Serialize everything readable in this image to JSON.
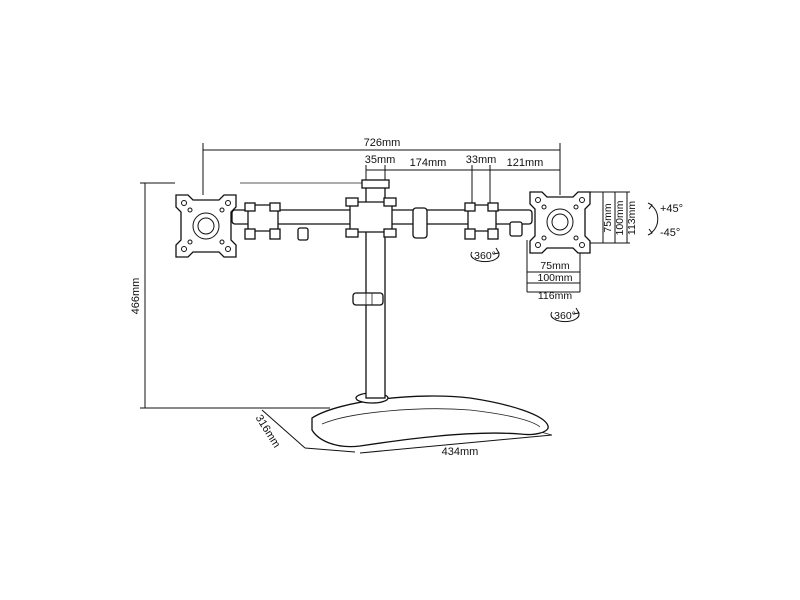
{
  "dimensions": {
    "total_width": "726mm",
    "pole_width": "35mm",
    "arm_length": "174mm",
    "joint_width": "33mm",
    "end_arm": "121mm",
    "height": "466mm",
    "base_depth": "316mm",
    "base_width": "434mm",
    "vesa_h_75": "75mm",
    "vesa_h_100": "100mm",
    "plate_h_116": "116mm",
    "vesa_v_75": "75mm",
    "vesa_v_100": "100mm",
    "plate_v_113": "113mm"
  },
  "rotation": {
    "swivel_arm": "360°",
    "swivel_head": "360°",
    "tilt_up": "+45°",
    "tilt_down": "-45°"
  }
}
